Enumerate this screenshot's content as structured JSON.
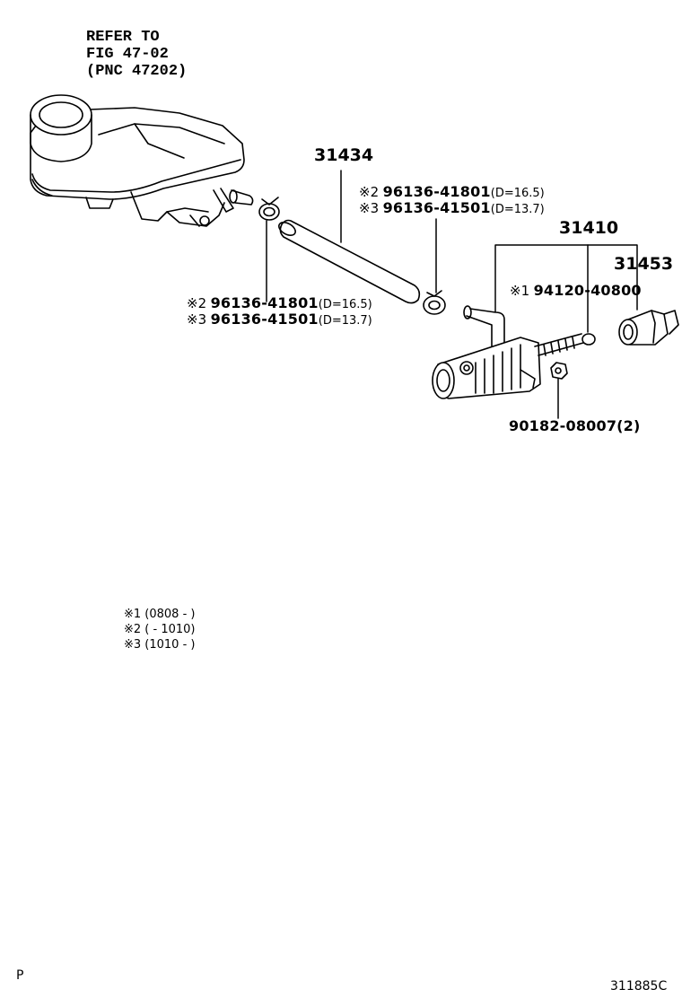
{
  "reference": {
    "line1": "REFER TO",
    "line2": "FIG 47-02",
    "line3": "(PNC 47202)"
  },
  "parts": {
    "hose": "31434",
    "cylinder": "31410",
    "switch": "31453",
    "nut": "90182-08007(2)"
  },
  "clamp_upper": {
    "a_mark": "※2",
    "a_pn": "96136-41801",
    "a_dim": "(D=16.5)",
    "b_mark": "※3",
    "b_pn": "96136-41501",
    "b_dim": "(D=13.7)"
  },
  "clamp_lower": {
    "a_mark": "※2",
    "a_pn": "96136-41801",
    "a_dim": "(D=16.5)",
    "b_mark": "※3",
    "b_pn": "96136-41501",
    "b_dim": "(D=13.7)"
  },
  "bleeder": {
    "mark": "※1",
    "pn": "94120-40800"
  },
  "notes": [
    "※1 (0808 -        )",
    "※2 (        - 1010)",
    "※3 (1010 -        )"
  ],
  "footer": {
    "left": "P",
    "right": "311885C"
  }
}
